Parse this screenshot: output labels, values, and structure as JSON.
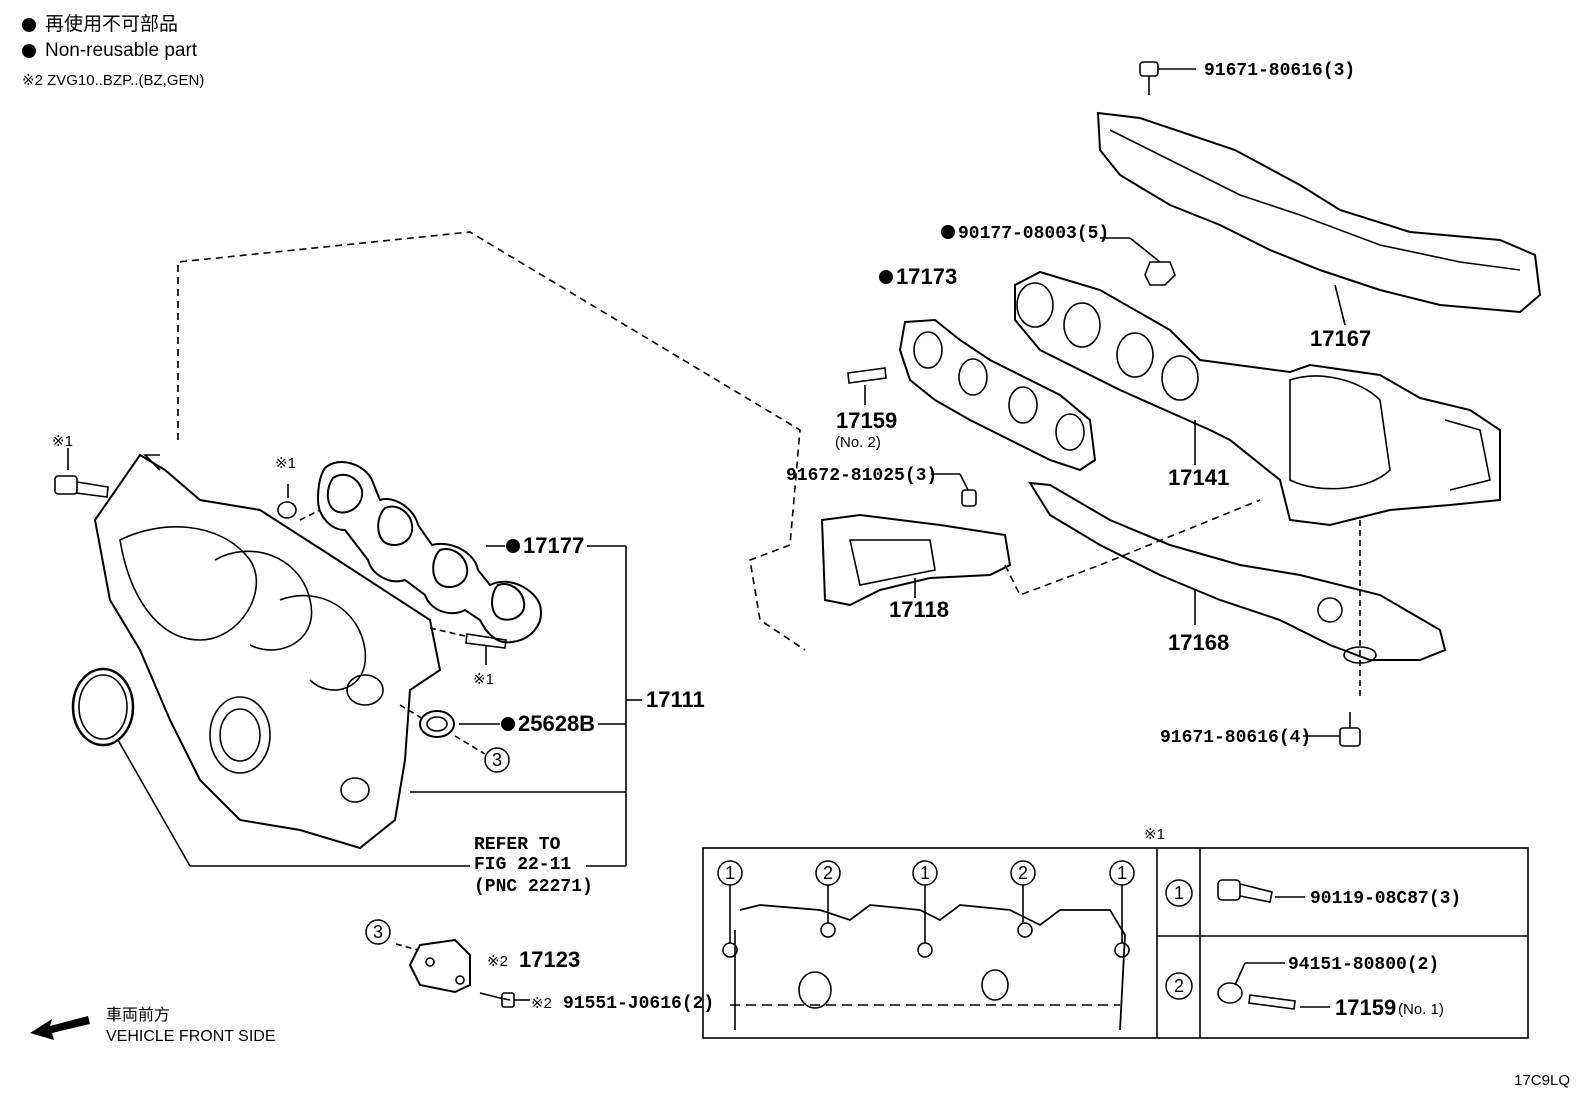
{
  "legend": {
    "line1": "再使用不可部品",
    "line2": "Non-reusable part",
    "note2": "※2 ZVG10..BZP..(BZ,GEN)"
  },
  "front": {
    "jp": "車両前方",
    "en": "VEHICLE FRONT SIDE"
  },
  "image_code": "17C9LQ",
  "callouts": {
    "p_91671_top": "91671-80616(3)",
    "p_90177": "90177-08003(5)",
    "p_17173": "17173",
    "p_17167": "17167",
    "p_17159_no2": "17159",
    "p_no2": "(No. 2)",
    "p_91672": "91672-81025(3)",
    "p_17141": "17141",
    "p_17118": "17118",
    "p_17168": "17168",
    "p_91671_bot": "91671-80616(4)",
    "p_17177": "17177",
    "p_17111": "17111",
    "p_25628b": "25628B",
    "p_refer1": "REFER TO",
    "p_refer2": "FIG 22-11",
    "p_refer3": "(PNC 22271)",
    "p_17123": "17123",
    "p_91551": "91551-J0616(2)",
    "mark_x1": "※1",
    "mark_x2": "※2",
    "circle_3": "3",
    "circle_1": "1",
    "circle_2": "2"
  },
  "inset": {
    "title": "※1",
    "row1_part": "90119-08C87(3)",
    "row2_part_a": "94151-80800(2)",
    "row2_part_b": "17159",
    "row2_part_b_note": "(No. 1)"
  }
}
